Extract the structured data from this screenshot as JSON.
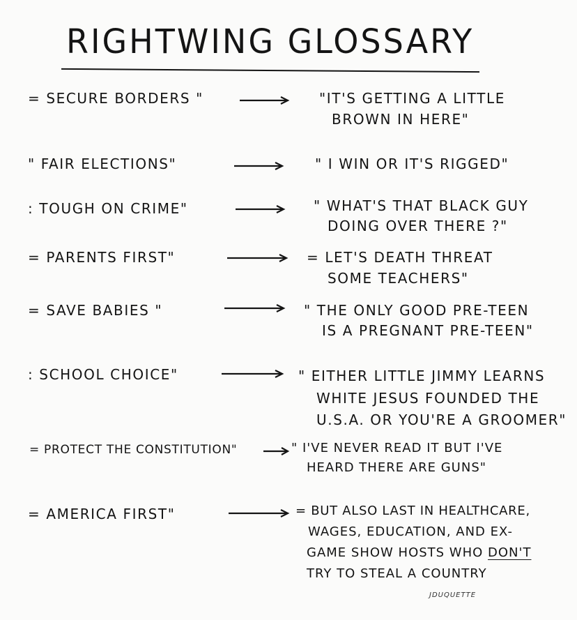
{
  "title": "RIGHTWING GLOSSARY",
  "entries": [
    {
      "term": "= SECURE BORDERS \"",
      "def1": "\"IT'S GETTING A LITTLE",
      "def2": "BROWN IN HERE\""
    },
    {
      "term": "\" FAIR ELECTIONS\"",
      "def1": "\" I WIN OR IT'S RIGGED\"",
      "def2": ""
    },
    {
      "term": ": TOUGH ON CRIME\"",
      "def1": "\" WHAT'S THAT BLACK GUY",
      "def2": "DOING OVER THERE ?\""
    },
    {
      "term": "= PARENTS FIRST\"",
      "def1": "= LET'S DEATH THREAT",
      "def2": "SOME TEACHERS\""
    },
    {
      "term": "= SAVE BABIES \"",
      "def1": "\" THE ONLY GOOD PRE-TEEN",
      "def2": "IS A PREGNANT PRE-TEEN\""
    },
    {
      "term": ": SCHOOL CHOICE\"",
      "def1": "\" EITHER LITTLE JIMMY LEARNS",
      "def2": "WHITE JESUS FOUNDED THE",
      "def3": "U.S.A. OR YOU'RE A GROOMER\""
    },
    {
      "term": "= PROTECT THE CONSTITUTION\"",
      "def1": "\" I'VE NEVER READ IT BUT I'VE",
      "def2": "HEARD THERE ARE GUNS\""
    },
    {
      "term": "= AMERICA FIRST\"",
      "def1": "= BUT ALSO LAST IN HEALTHCARE,",
      "def2": "WAGES, EDUCATION, AND EX-",
      "def3a": "GAME SHOW HOSTS WHO ",
      "def3b": "DON'T",
      "def4": "TRY TO STEAL A COUNTRY"
    }
  ],
  "signature": "JDUQUETTE"
}
